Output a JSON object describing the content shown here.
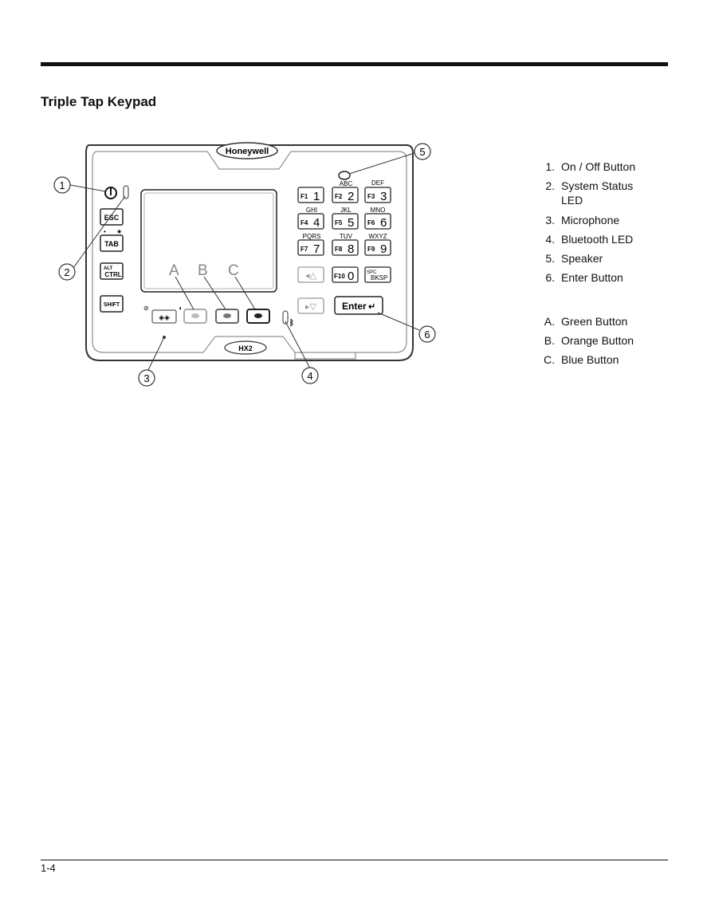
{
  "heading": "Triple Tap Keypad",
  "brand": "Honeywell",
  "model": "HX2",
  "keypad": {
    "left_keys": [
      "ESC",
      "TAB",
      "ALT",
      "CTRL",
      "SHIFT"
    ],
    "tab_markers": [
      "•",
      "★"
    ],
    "screen_labels": [
      "A",
      "B",
      "C"
    ],
    "num_keys": [
      {
        "f": "F1",
        "n": "1",
        "top": ""
      },
      {
        "f": "F2",
        "n": "2",
        "top": "ABC"
      },
      {
        "f": "F3",
        "n": "3",
        "top": "DEF"
      },
      {
        "f": "F4",
        "n": "4",
        "top": "GHI"
      },
      {
        "f": "F5",
        "n": "5",
        "top": "JKL"
      },
      {
        "f": "F6",
        "n": "6",
        "top": "MNO"
      },
      {
        "f": "F7",
        "n": "7",
        "top": "PQRS"
      },
      {
        "f": "F8",
        "n": "8",
        "top": "TUV"
      },
      {
        "f": "F9",
        "n": "9",
        "top": "WXYZ"
      }
    ],
    "f10_key": {
      "f": "F10",
      "n": "0"
    },
    "spc_key": {
      "top": "SPC",
      "bottom": "BKSP"
    },
    "enter_key": "Enter"
  },
  "callouts": [
    "1",
    "2",
    "3",
    "4",
    "5",
    "6"
  ],
  "legend_numbered": [
    {
      "num": "1.",
      "text": "On / Off Button"
    },
    {
      "num": "2.",
      "text": "System Status LED"
    },
    {
      "num": "3.",
      "text": "Microphone"
    },
    {
      "num": "4.",
      "text": "Bluetooth LED"
    },
    {
      "num": "5.",
      "text": "Speaker"
    },
    {
      "num": "6.",
      "text": "Enter Button"
    }
  ],
  "legend_lettered": [
    {
      "num": "A.",
      "text": "Green Button"
    },
    {
      "num": "B.",
      "text": "Orange Button"
    },
    {
      "num": "C.",
      "text": "Blue Button"
    }
  ],
  "page_number": "1-4"
}
